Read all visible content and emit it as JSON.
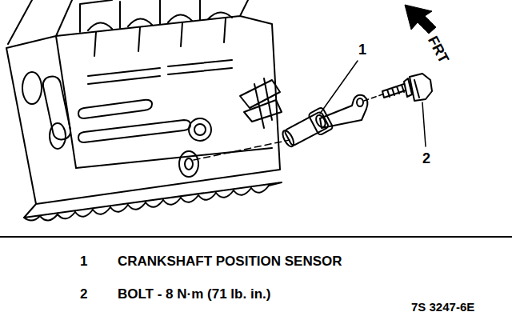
{
  "diagram": {
    "labels": [
      "1",
      "2",
      "FRT",
      "1",
      "CRANKSHAFT POSITION SENSOR",
      "2",
      "BOLT - 8 N·m (71 lb. in.)",
      "7S 3247-6E"
    ]
  }
}
